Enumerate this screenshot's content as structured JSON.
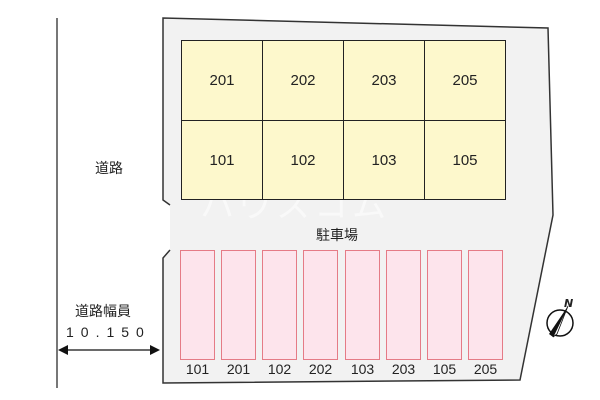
{
  "road": {
    "label": "道路",
    "width_label": "道路幅員",
    "width_value": "10.150"
  },
  "building": {
    "upper_units": [
      "201",
      "202",
      "203",
      "205"
    ],
    "lower_units": [
      "101",
      "102",
      "103",
      "105"
    ]
  },
  "parking": {
    "label": "駐車場",
    "stalls": [
      "101",
      "201",
      "102",
      "202",
      "103",
      "203",
      "105",
      "205"
    ]
  },
  "compass": {
    "label": "N"
  },
  "watermark": "ハウスコム",
  "colors": {
    "unit_fill": "#fdf8cc",
    "stall_fill": "#fde4ec",
    "stall_border": "#e57b86",
    "site_fill": "#f2f2f2"
  }
}
